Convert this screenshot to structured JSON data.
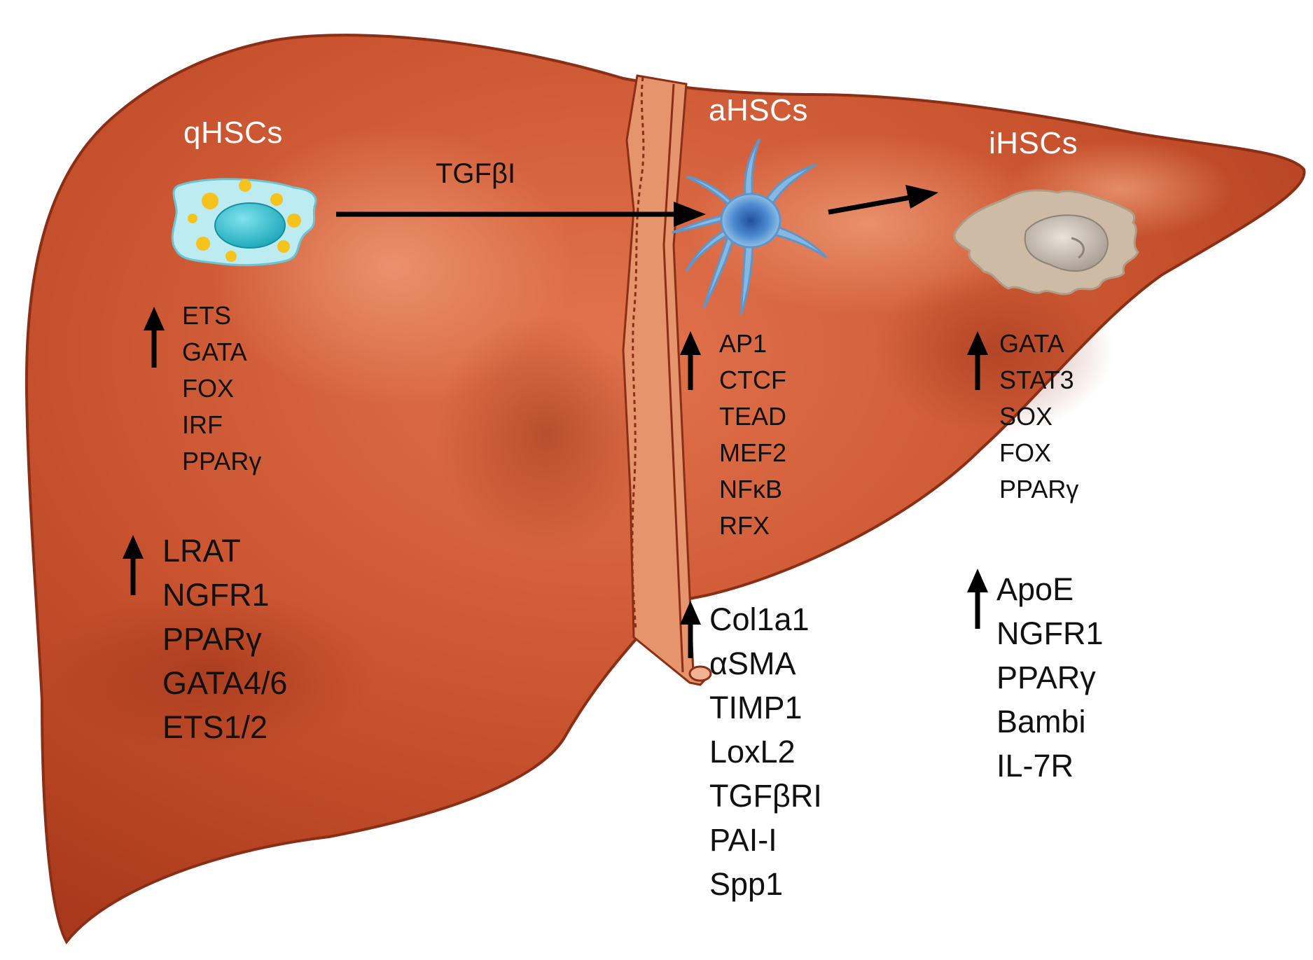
{
  "cells": {
    "quiescent": {
      "title": "qHSCs",
      "transcription_factors": [
        "ETS",
        "GATA",
        "FOX",
        "IRF",
        "PPARγ"
      ],
      "markers": [
        "LRAT",
        "NGFR1",
        "PPARγ",
        "GATA4/6",
        "ETS1/2"
      ]
    },
    "activated": {
      "title": "aHSCs",
      "transcription_factors": [
        "AP1",
        "CTCF",
        "TEAD",
        "MEF2",
        "NFκB",
        "RFX"
      ],
      "markers": [
        "Col1a1",
        "αSMA",
        "TIMP1",
        "LoxL2",
        "TGFβRI",
        "PAI-I",
        "Spp1"
      ]
    },
    "inactivated": {
      "title": "iHSCs",
      "transcription_factors": [
        "GATA",
        "STAT3",
        "SOX",
        "FOX",
        "PPARγ"
      ],
      "markers": [
        "ApoE",
        "NGFR1",
        "PPARγ",
        "Bambi",
        "IL-7R"
      ]
    }
  },
  "transition_label": "TGFβI",
  "colors": {
    "liver": "#c4502e",
    "liver_dark": "#a9391c",
    "liver_highlight": "#e07a55",
    "ligament": "#e6946c",
    "qhsc": "#9fe0ec",
    "qhsc_nucleus": "#3bbccc",
    "lipid": "#f6c21c",
    "ahsc": "#7fb2df",
    "ihsc": "#cdbba6",
    "arrow": "#000000"
  }
}
